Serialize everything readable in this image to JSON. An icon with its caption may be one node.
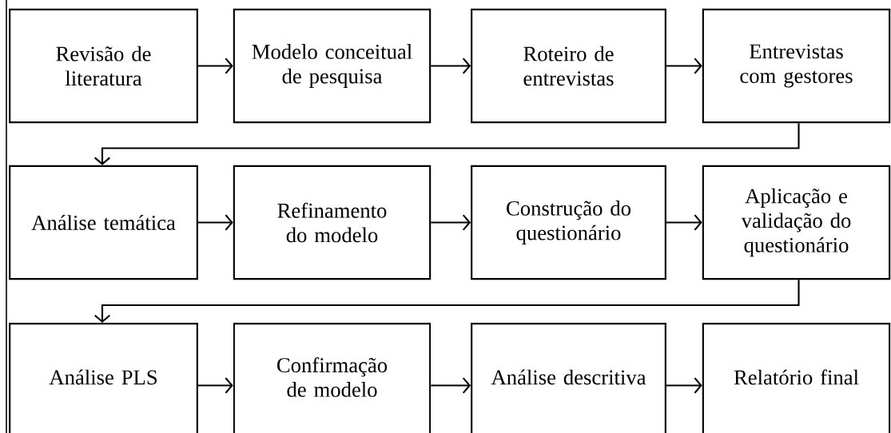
{
  "diagram": {
    "nodes": [
      {
        "text": [
          "Revisão de literatura"
        ]
      },
      {
        "text": [
          "Modelo conceitual de pesquisa"
        ]
      },
      {
        "text": [
          "Roteiro de entrevistas"
        ]
      },
      {
        "text": [
          "Entrevistas com gestores"
        ]
      },
      {
        "text": [
          "Análise temática"
        ]
      },
      {
        "text": [
          "Refinamento do modelo"
        ]
      },
      {
        "text": [
          "Construção do questionário"
        ]
      },
      {
        "text": [
          "Aplicação e validação do questionário"
        ]
      },
      {
        "text": [
          "Análise PLS"
        ]
      },
      {
        "text": [
          "Confirmação de modelo"
        ]
      },
      {
        "text": [
          "Análise descritiva"
        ]
      },
      {
        "text": [
          "Relatório final"
        ]
      }
    ],
    "edges": [
      {
        "from": 0,
        "to": 1,
        "arrow": "to"
      },
      {
        "from": 1,
        "to": 2,
        "arrow": "to"
      },
      {
        "from": 2,
        "to": 3,
        "arrow": "to"
      },
      {
        "from": 3,
        "to": 4,
        "arrow": "to"
      },
      {
        "from": 4,
        "to": 5,
        "arrow": "to"
      },
      {
        "from": 5,
        "to": 6,
        "arrow": "to"
      },
      {
        "from": 6,
        "to": 7,
        "arrow": "to"
      },
      {
        "from": 7,
        "to": 8,
        "arrow": "to"
      },
      {
        "from": 8,
        "to": 9,
        "arrow": "to"
      },
      {
        "from": 9,
        "to": 10,
        "arrow": "to"
      },
      {
        "from": 10,
        "to": 11,
        "arrow": "to"
      }
    ]
  }
}
